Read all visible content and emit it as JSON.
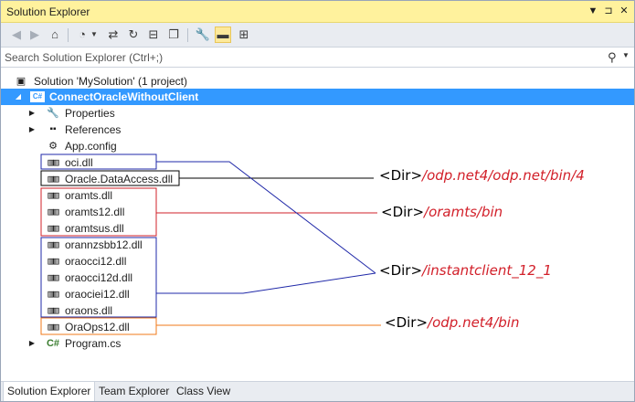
{
  "window": {
    "title": "Solution Explorer",
    "buttons": {
      "dropdown": "▼",
      "pin": "⊐",
      "close": "✕"
    }
  },
  "toolbar": {
    "icons": [
      "back-icon",
      "forward-icon",
      "home-icon",
      "pending-changes-filter-icon",
      "dropdown-arrow-icon",
      "sync-with-document-icon",
      "refresh-icon",
      "collapse-all-icon",
      "show-all-files-icon",
      "properties-wrench-icon",
      "preview-selected-items-icon",
      "view-class-diagram-icon"
    ]
  },
  "search": {
    "placeholder": "Search Solution Explorer (Ctrl+;)"
  },
  "tree": {
    "solution": "Solution 'MySolution' (1 project)",
    "project": "ConnectOracleWithoutClient",
    "properties": "Properties",
    "references": "References",
    "app_config": "App.config",
    "oci": "oci.dll",
    "oracle_dataaccess": "Oracle.DataAccess.dll",
    "oramts": "oramts.dll",
    "oramts12": "oramts12.dll",
    "oramtsus": "oramtsus.dll",
    "orannzsbb12": "orannzsbb12.dll",
    "oraocci12": "oraocci12.dll",
    "oraocci12d": "oraocci12d.dll",
    "oraociei12": "oraociei12.dll",
    "oraons": "oraons.dll",
    "oraops12": "OraOps12.dll",
    "program_cs": "Program.cs"
  },
  "annotations": {
    "odp_net": {
      "dir": "<Dir>",
      "path": "/odp.net4/odp.net/bin/4",
      "color": "#000000"
    },
    "oramts": {
      "dir": "<Dir>",
      "path": "/oramts/bin",
      "color": "#d2202a"
    },
    "instantclient": {
      "dir": "<Dir>",
      "path": "/instantclient_12_1",
      "color": "#1f28a8"
    },
    "odp_net4": {
      "dir": "<Dir>",
      "path": "/odp.net4/bin",
      "color": "#f07a1a"
    }
  },
  "tabs": [
    "Solution Explorer",
    "Team Explorer",
    "Class View"
  ],
  "colors": {
    "selection": "#3399ff",
    "titlebar": "#fff29d",
    "path_text": "#d2202a"
  }
}
